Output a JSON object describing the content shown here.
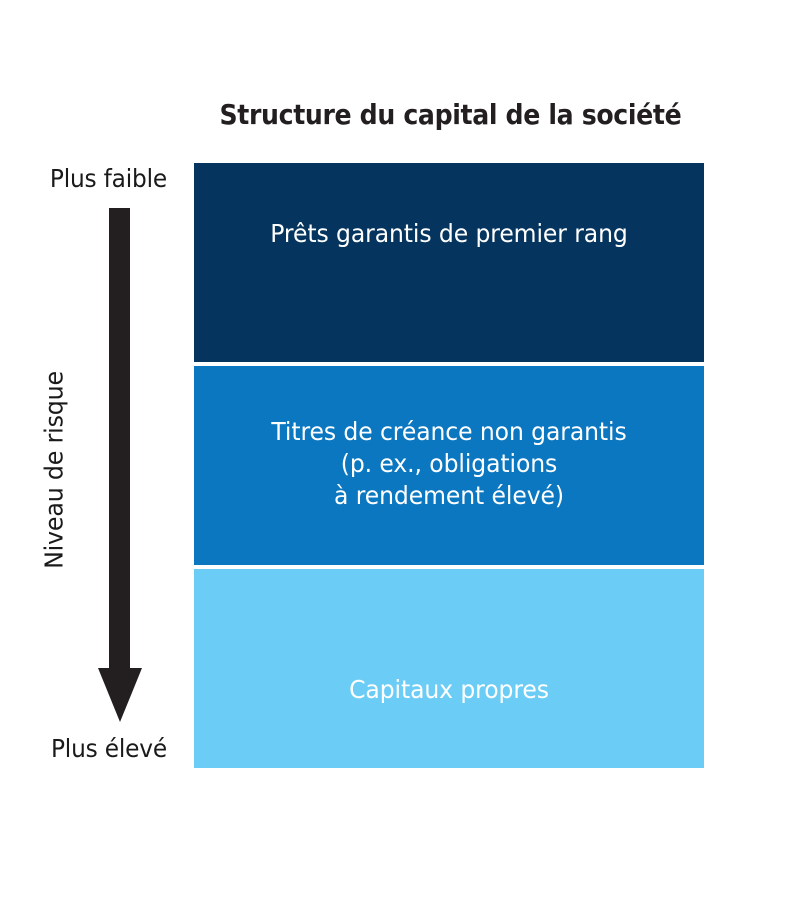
{
  "title": "Structure du capital de la société",
  "axis": {
    "title": "Niveau de risque",
    "low_label": "Plus faible",
    "high_label": "Plus élevé",
    "arrow_direction": "down",
    "arrow_color": "#231f20"
  },
  "bands": [
    {
      "id": "senior-loans",
      "label": "Prêts garantis de premier rang",
      "color": "#05355e",
      "text_color": "#ffffff"
    },
    {
      "id": "unsecured-debt",
      "label": "Titres de créance non garantis\n(p. ex., obligations\nà rendement élevé)",
      "color": "#0a77c0",
      "text_color": "#ffffff"
    },
    {
      "id": "equity",
      "label": "Capitaux propres",
      "color": "#6bcdf5",
      "text_color": "#ffffff"
    }
  ],
  "chart_data": {
    "type": "bar",
    "title": "Structure du capital de la société",
    "xlabel": "",
    "ylabel": "Niveau de risque",
    "orientation": "vertical-stack",
    "categories": [
      "Prêts garantis de premier rang",
      "Titres de créance non garantis (p. ex., obligations à rendement élevé)",
      "Capitaux propres"
    ],
    "values": [
      1,
      1,
      1
    ],
    "colors": [
      "#05355e",
      "#0a77c0",
      "#6bcdf5"
    ],
    "annotations": [
      "Plus faible",
      "Plus élevé"
    ],
    "grid": false,
    "legend": "none"
  }
}
